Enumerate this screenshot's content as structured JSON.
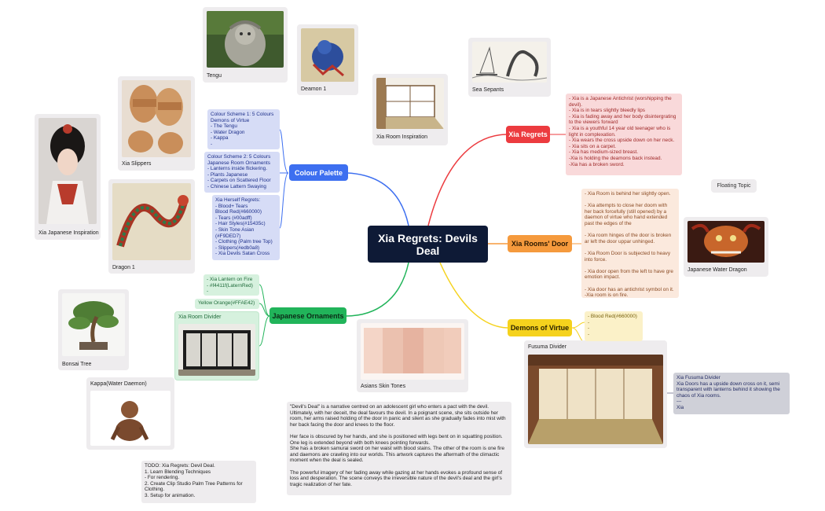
{
  "central_topic": "Xia Regrets: Devils Deal",
  "main_topics": {
    "colour_palette": "Colour Palette",
    "japanese_ornaments": "Japanese Ornaments",
    "xia_regrets": "Xia Regrets",
    "xia_rooms_door": "Xia Rooms' Door",
    "demons_of_virtue": "Demons of Virtue"
  },
  "floating_topic": "Floating Topic",
  "colour_palette_notes": {
    "scheme1": "Colour Scheme 1: 5 Colours\nDemons of Virtue\n- The Tengu\n- Water Dragon\n- Kappa\n-",
    "scheme2": "Colour Scheme 2: 5 Colours\nJapanese Room Ornaments\n- Lanterns inside flickering.\n- Plants Japanese\n- Carpets on Scattered Floor\n- Chinese Lattern Swaying",
    "scheme3": "Xia Herself Regrets:\n- Blood+ Tears\nBlood Red(#660000)\n- Tears (#00adff)\n- Hair Styles(#15435c)\n- Skin Tone Asian\n(#F9DED7)\n- Clothing (Palm tree Top)\n- Slippers(#edb0a8)\n- Xia Devils Satan Cross"
  },
  "ornaments_notes": {
    "lantern": "- Xia  Lantern on Fire\n- #f4411f(LaternRed)\n-",
    "yellow": "Yellow Orange(#FFAE42)",
    "divider_label": "Xia Room Divider"
  },
  "xia_regrets_note": "- Xia is a Japanese  Antichrist (worshipping the devil).\n- Xia is in tears slightly bleedly  lips\n- Xia is fading away and her body disintergrating to the viewers forward\n- Xia is a youthful 14 year old teenager who is light in complexation.\n- Xia wears the cross upside down on her neck.\n- Xia sits on a carpet.\n- Xia has medium-sized breast.\n-Xia is holding the deamons back instead.\n-Xia has a broken sword.",
  "xia_door_note": "- Xia Room is behind her slightly open.\n\n- Xia attempts to close her doom with her back forcefully (still opened) by a daemon of virtue who hand extended past the edges of the\n\n- Xia  room hinges of the door is broken ar left the door uppar unhinged.\n\n- Xia Room Door is subjected to heavy into force.\n\n- Xia  door  open from the left to have gre emotion impact.\n\n- Xia door has  an antichrist symbol on it.\n-Xia room is on fire.",
  "demons_note": "- Blood Red(#660000)\n-\n-\n-",
  "fusuma_note": "Xia Fusuma Divider\nXia Doors has a upside down cross on it, semi transparent with lanterns behind it showing the chaos of Xia rooms.\n---\nXia",
  "description_note": "\"Devil's Deal\" is a narrative centred on an adolescent girl who enters a pact with the devil. Ultimately, with her deceit, the deal favours the devil. In a poignant scene, she sits outside her room, her arms raised  holding of the door in panic and silent as she gradually fades into mist with her back facing the door and knees to the floor.\n\nHer face is obscured by her hands, and she is positioned with legs bent on in squatting position. One leg is extended beyond with both knees pointing forwards.\nShe has a broken samurai sword on her waist with blood stains. The other of the room is one fire and daemons are crawling into our worlds. This artwork captures the aftermath of the climactic moment when the deal is sealed.\n\nThe powerful imagery of her fading away while gazing at her hands evokes a profound sense of loss and desperation. The scene conveys the irreversible nature of the devil's deal and the girl's tragic realization of her fate.",
  "todo_note": "TODO: Xia Regrets: Devil Deal.\n1. Learn Blending Techniques\n- For rendering.\n2. Create Clip Studio Palm Tree Patterns for Clothing.\n3. Setup for animation.",
  "image_cards": {
    "tengu": "Tengu",
    "deamon1": "Deamon 1",
    "sea_serpents": "Sea Sepants",
    "xia_room_inspiration": "Xia Room Inspiration",
    "xia_slippers": "Xia Slippers",
    "xia_japanese_inspiration": "Xia Japanese Inspiration",
    "dragon1": "Dragon 1",
    "bonsai_tree": "Bonsai Tree",
    "kappa": "Kappa(Water Daemon)",
    "asian_skin_tones": "Asians Skin Tones",
    "japanese_water_dragon": "Japanese Water Dragon",
    "fusuma_divider": "Fusuma Divider"
  },
  "colors": {
    "central": "#0e1a36",
    "colour_palette": "#3d6ff0",
    "japanese_ornaments": "#21b45a",
    "xia_regrets": "#ec3b3f",
    "xia_rooms_door": "#f59a3d",
    "demons_of_virtue": "#f5d21d"
  }
}
